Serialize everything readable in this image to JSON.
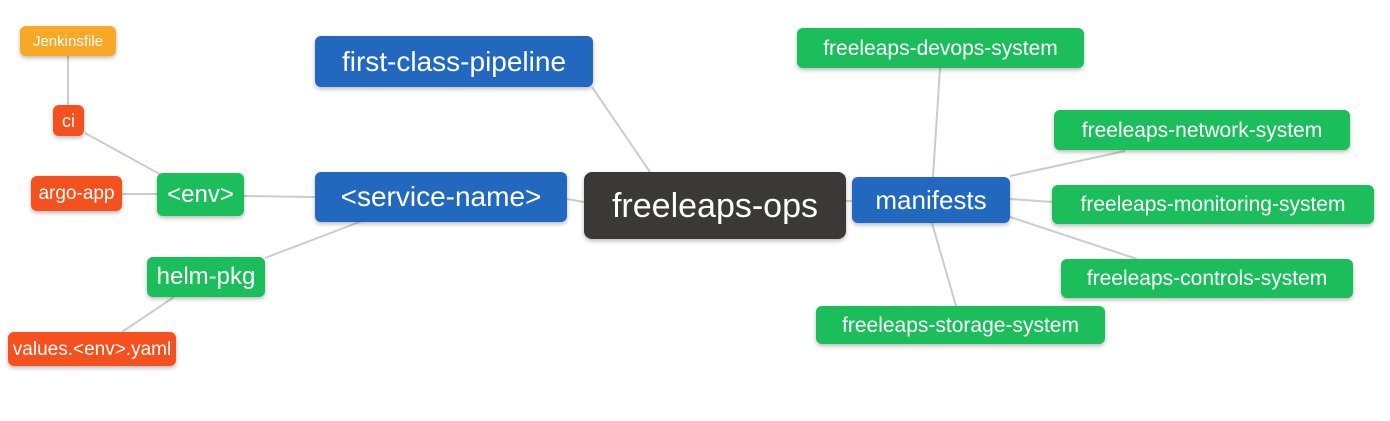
{
  "diagram": {
    "type": "mindmap",
    "root_label": "freeleaps-ops",
    "colors": {
      "blue": "#2168BE",
      "green": "#1CBE5B",
      "orange": "#F9A826",
      "red": "#F4511E",
      "dark": "#3B3838",
      "edge": "#CCCCCC",
      "text": "#FFFFFF",
      "background": "#FFFFFF"
    },
    "nodes": [
      {
        "id": "jenkinsfile",
        "label": "Jenkinsfile",
        "color": "orange"
      },
      {
        "id": "ci",
        "label": "ci",
        "color": "red"
      },
      {
        "id": "argo-app",
        "label": "argo-app",
        "color": "red"
      },
      {
        "id": "env",
        "label": "<env>",
        "color": "green"
      },
      {
        "id": "helm-pkg",
        "label": "helm-pkg",
        "color": "green"
      },
      {
        "id": "values-env-yaml",
        "label": "values.<env>.yaml",
        "color": "red"
      },
      {
        "id": "first-class-pipeline",
        "label": "first-class-pipeline",
        "color": "blue"
      },
      {
        "id": "service-name",
        "label": "<service-name>",
        "color": "blue"
      },
      {
        "id": "freeleaps-ops",
        "label": "freeleaps-ops",
        "color": "dark"
      },
      {
        "id": "manifests",
        "label": "manifests",
        "color": "blue"
      },
      {
        "id": "freeleaps-devops-system",
        "label": "freeleaps-devops-system",
        "color": "green"
      },
      {
        "id": "freeleaps-network-system",
        "label": "freeleaps-network-system",
        "color": "green"
      },
      {
        "id": "freeleaps-monitoring-system",
        "label": "freeleaps-monitoring-system",
        "color": "green"
      },
      {
        "id": "freeleaps-controls-system",
        "label": "freeleaps-controls-system",
        "color": "green"
      },
      {
        "id": "freeleaps-storage-system",
        "label": "freeleaps-storage-system",
        "color": "green"
      }
    ],
    "edges": [
      {
        "from": "jenkinsfile",
        "to": "ci"
      },
      {
        "from": "ci",
        "to": "env"
      },
      {
        "from": "argo-app",
        "to": "env"
      },
      {
        "from": "env",
        "to": "service-name"
      },
      {
        "from": "helm-pkg",
        "to": "service-name"
      },
      {
        "from": "values-env-yaml",
        "to": "helm-pkg"
      },
      {
        "from": "service-name",
        "to": "freeleaps-ops"
      },
      {
        "from": "first-class-pipeline",
        "to": "freeleaps-ops"
      },
      {
        "from": "freeleaps-ops",
        "to": "manifests"
      },
      {
        "from": "manifests",
        "to": "freeleaps-devops-system"
      },
      {
        "from": "manifests",
        "to": "freeleaps-network-system"
      },
      {
        "from": "manifests",
        "to": "freeleaps-monitoring-system"
      },
      {
        "from": "manifests",
        "to": "freeleaps-controls-system"
      },
      {
        "from": "manifests",
        "to": "freeleaps-storage-system"
      }
    ]
  }
}
